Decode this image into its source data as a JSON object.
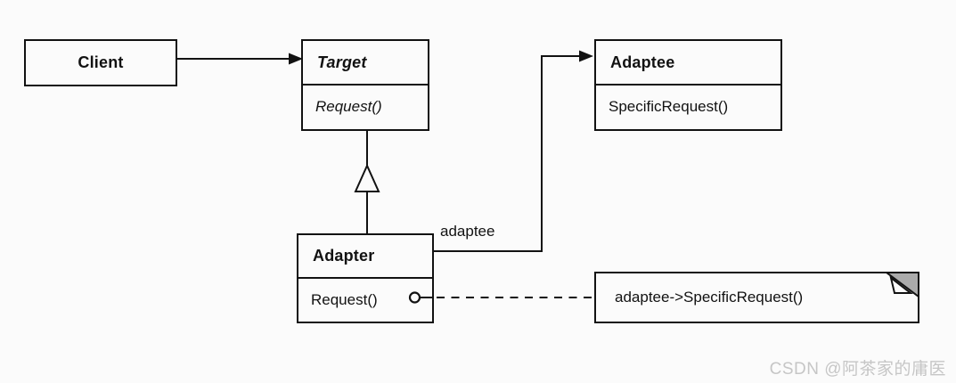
{
  "diagram": {
    "kind": "uml-class-diagram",
    "classes": {
      "client": {
        "name": "Client"
      },
      "target": {
        "name": "Target",
        "methods": [
          "Request()"
        ]
      },
      "adaptee": {
        "name": "Adaptee",
        "methods": [
          "SpecificRequest()"
        ]
      },
      "adapter": {
        "name": "Adapter",
        "methods": [
          "Request()"
        ]
      }
    },
    "relations": {
      "client_to_target": "association-arrow",
      "adapter_to_target": "generalization-hollow-triangle",
      "adapter_to_adaptee_label": "adaptee"
    },
    "note": {
      "text": "adaptee->SpecificRequest()"
    },
    "watermark": "CSDN @阿茶家的庸医",
    "colors": {
      "background": "#fbfbfb",
      "line": "#121212",
      "note_fold_gray": "#ababab",
      "watermark_gray": "#c6c6c6"
    }
  }
}
